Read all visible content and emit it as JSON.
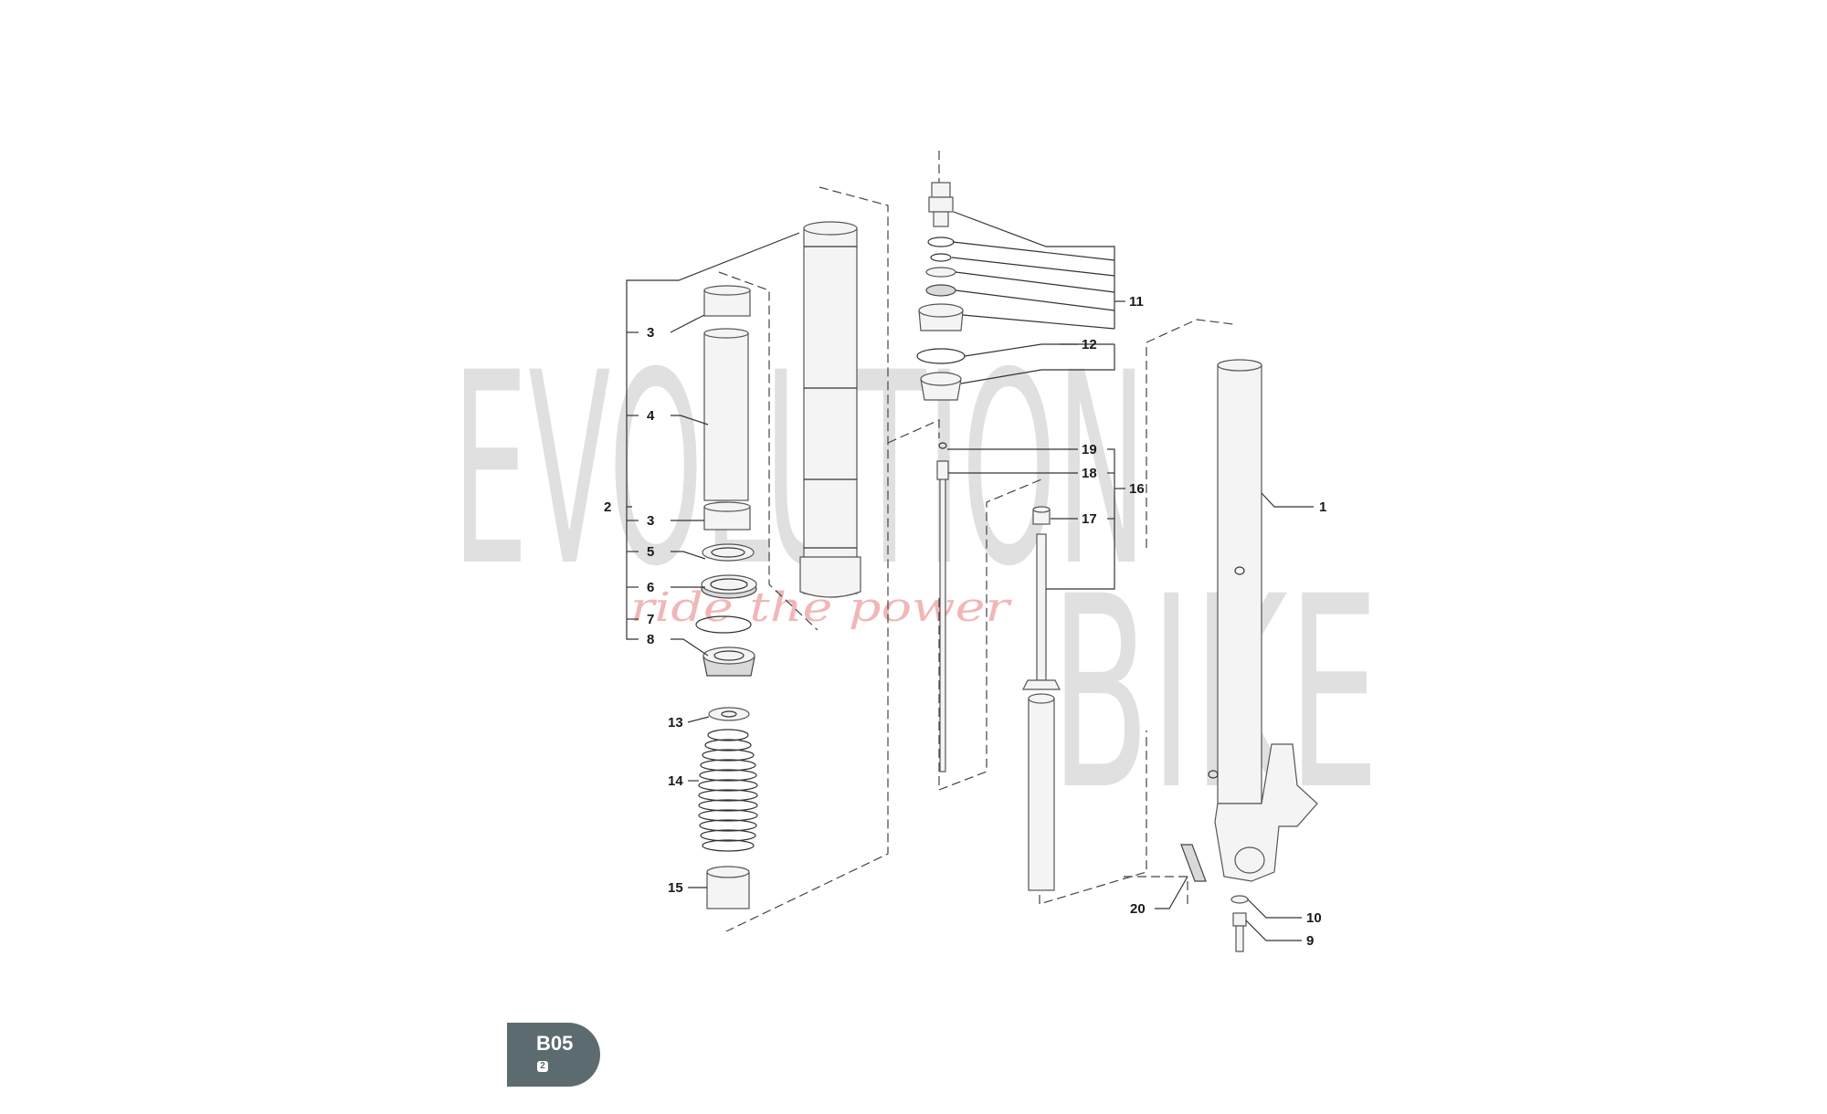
{
  "watermark": {
    "brand_top": "EVOLUTION",
    "brand_bottom": "BIKE",
    "tagline": "ride the power"
  },
  "badge": {
    "code": "B05",
    "sub": "2"
  },
  "callouts": {
    "p1": "1",
    "p2": "2",
    "p3a": "3",
    "p3b": "3",
    "p4": "4",
    "p5": "5",
    "p6": "6",
    "p7": "7",
    "p8": "8",
    "p9": "9",
    "p10": "10",
    "p11": "11",
    "p12": "12",
    "p13": "13",
    "p14": "14",
    "p15": "15",
    "p16": "16",
    "p17": "17",
    "p18": "18",
    "p19": "19",
    "p20": "20"
  },
  "colors": {
    "badge": "#5c6b70",
    "watermark": "#8f8f8f",
    "tagline": "#e06060"
  }
}
